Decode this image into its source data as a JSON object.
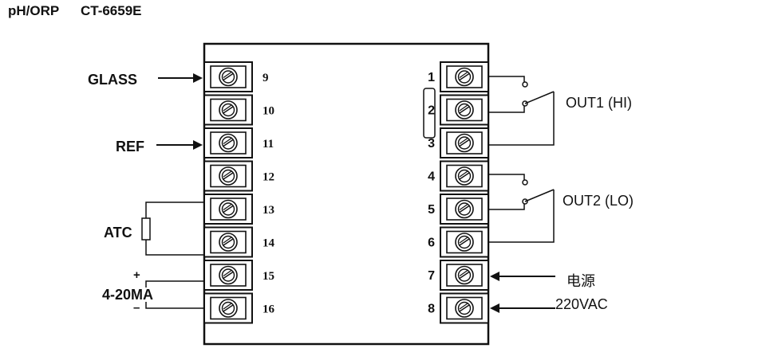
{
  "header": {
    "left": "pH/ORP",
    "right": "CT-6659E"
  },
  "left_terminals": [
    "9",
    "10",
    "11",
    "12",
    "13",
    "14",
    "15",
    "16"
  ],
  "right_terminals": [
    "1",
    "2",
    "3",
    "4",
    "5",
    "6",
    "7",
    "8"
  ],
  "labels": {
    "glass": "GLASS",
    "ref": "REF",
    "atc": "ATC",
    "current": "4-20MA",
    "plus": "+",
    "minus": "–",
    "out1": "OUT1 (HI)",
    "out2": "OUT2 (LO)",
    "power_cn": "电源",
    "power_v": "220VAC"
  }
}
